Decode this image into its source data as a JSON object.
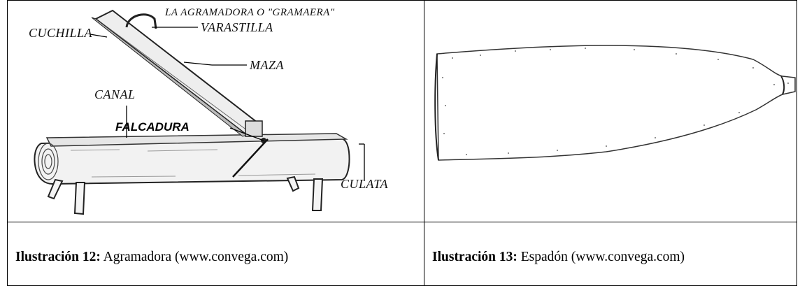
{
  "left_figure": {
    "title": "LA AGRAMADORA O \"GRAMAERA\"",
    "labels": {
      "varastilla": "VARASTILLA",
      "cuchilla": "CUCHILLA",
      "maza": "MAZA",
      "canal": "CANAL",
      "falcadura": "FALCADURA",
      "culata": "CULATA"
    }
  },
  "captions": [
    {
      "label": "Ilustración 12:",
      "text": " Agramadora (www.convega.com)"
    },
    {
      "label": "Ilustración 13:",
      "text": " Espadón (www.convega.com)"
    }
  ]
}
